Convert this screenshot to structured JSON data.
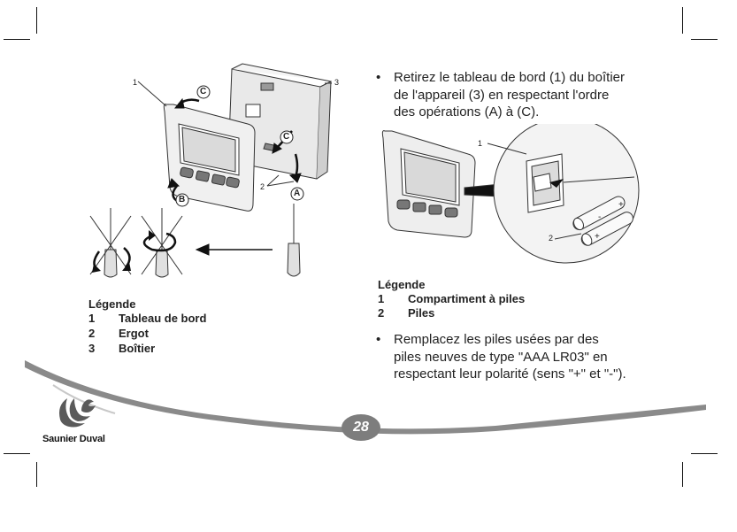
{
  "left": {
    "figure": {
      "callouts": [
        "1",
        "2",
        "3"
      ],
      "step_letters": [
        "C",
        "C",
        "B",
        "A"
      ]
    },
    "legend": {
      "title": "Légende",
      "items": [
        {
          "num": "1",
          "label": "Tableau de bord"
        },
        {
          "num": "2",
          "label": "Ergot"
        },
        {
          "num": "3",
          "label": "Boîtier"
        }
      ]
    }
  },
  "right": {
    "bullet1": [
      "Retirez le tableau de bord (1) du boîtier",
      "de l'appareil (3) en respectant l'ordre",
      "des opérations (A) à (C)."
    ],
    "figure": {
      "callouts": [
        "1",
        "2"
      ],
      "battery_signs": [
        "+",
        "+",
        "-"
      ]
    },
    "legend": {
      "title": "Légende",
      "items": [
        {
          "num": "1",
          "label": "Compartiment à piles"
        },
        {
          "num": "2",
          "label": "Piles"
        }
      ]
    },
    "bullet2": [
      "Remplacez les piles usées par des",
      "piles neuves de type \"AAA LR03\" en",
      "respectant leur polarité (sens \"+\" et \"-\")."
    ]
  },
  "footer": {
    "page_number": "28",
    "brand": "Saunier Duval",
    "bar_color": "#8a8a8a"
  }
}
